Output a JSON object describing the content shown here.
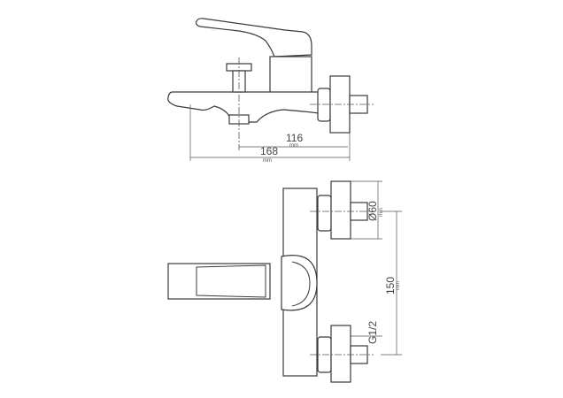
{
  "dimensions": {
    "spout_to_wall": {
      "value": "116",
      "unit": "mm"
    },
    "overall_depth": {
      "value": "168",
      "unit": "mm"
    },
    "flange_diameter": {
      "value": "Ø60",
      "unit": "mm"
    },
    "inlet_spacing": {
      "value": "150",
      "unit": "mm"
    },
    "thread": {
      "value": "G1/2"
    }
  },
  "colors": {
    "line": "#3a3a3a",
    "background": "#ffffff"
  }
}
